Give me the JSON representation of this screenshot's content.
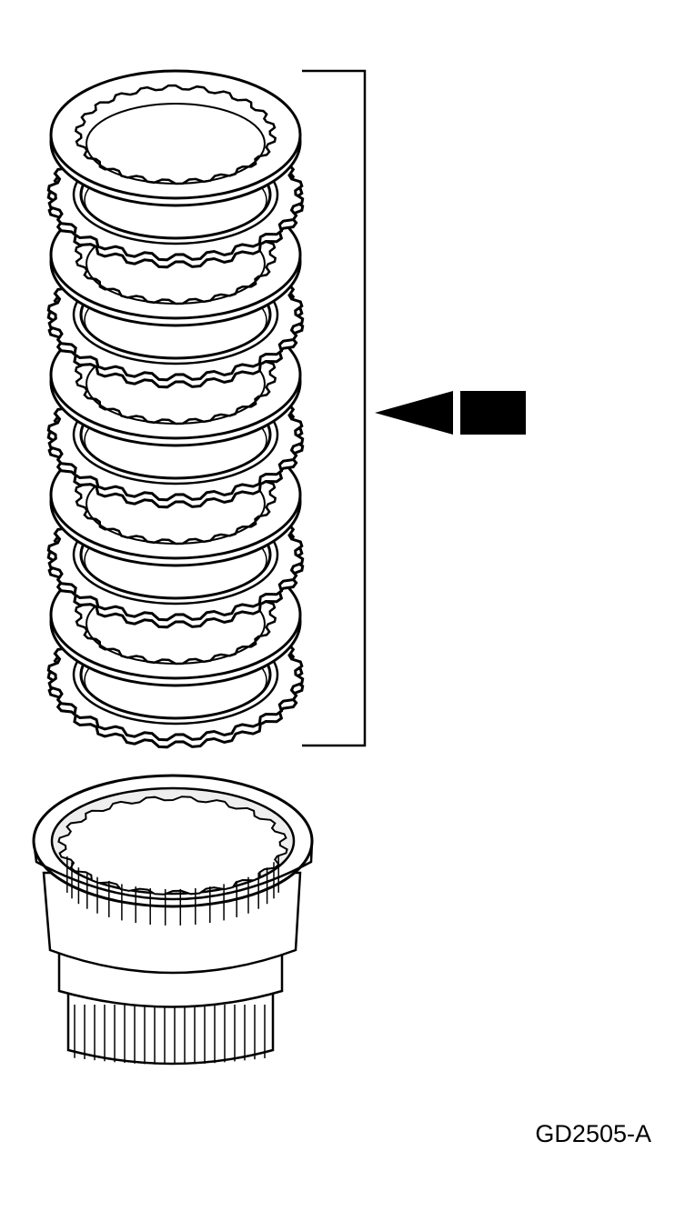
{
  "figure": {
    "code": "GD2505-A"
  },
  "diagram": {
    "clutch_pack": {
      "plate_count": 10,
      "order": [
        "steel",
        "friction",
        "steel",
        "friction",
        "steel",
        "friction",
        "steel",
        "friction",
        "steel",
        "friction"
      ]
    },
    "callout": {
      "type": "bracket-with-arrow",
      "arrow_direction": "left"
    }
  },
  "colors": {
    "stroke": "#000000",
    "background": "#ffffff",
    "fill": "#ffffff",
    "shade": "#eeeeee"
  }
}
